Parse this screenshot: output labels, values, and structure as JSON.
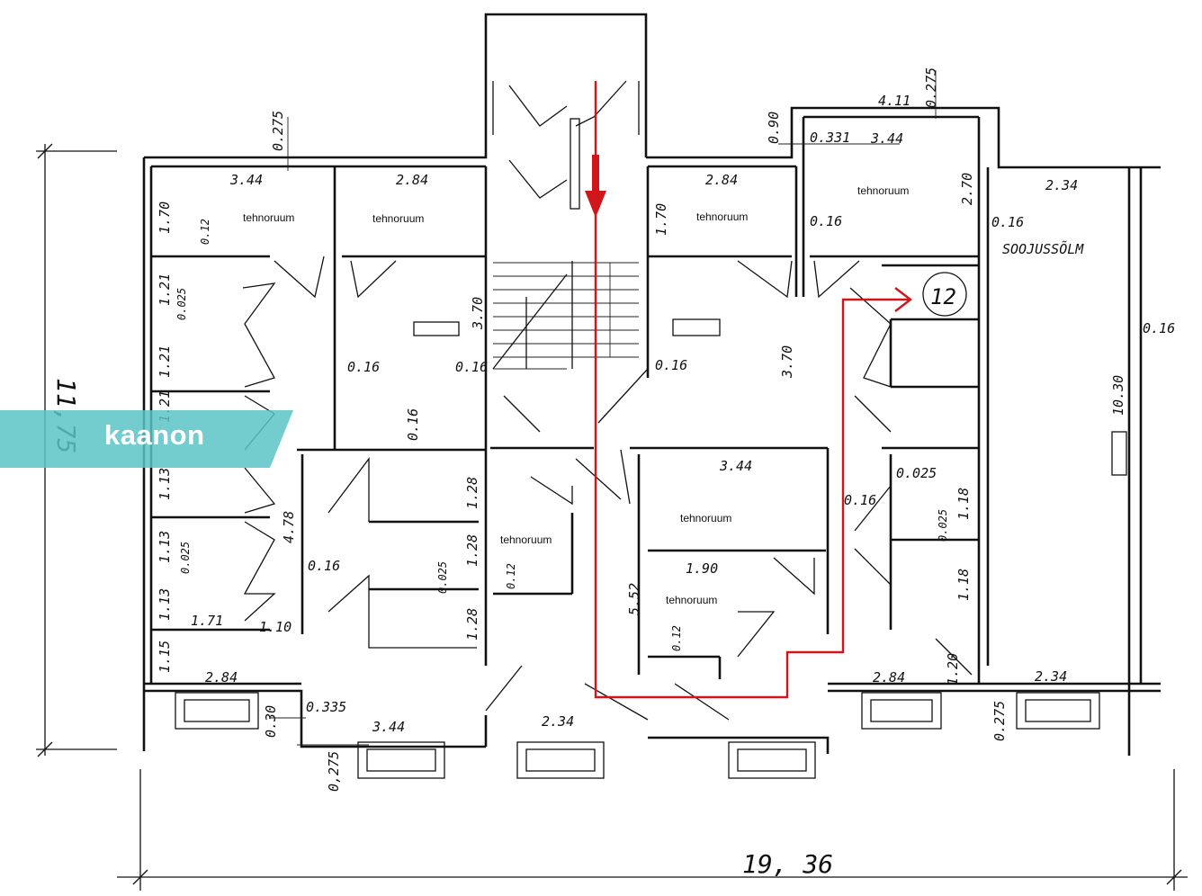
{
  "plan": {
    "overall_height": "11,75",
    "overall_width": "19, 36",
    "room_number": "12",
    "heat_node_label": "SOOJUSSÕLM",
    "room_labels": [
      "tehnoruum",
      "tehnoruum",
      "tehnoruum",
      "tehnoruum",
      "tehnoruum",
      "tehnoruum",
      "tehnoruum"
    ],
    "top_dims": [
      "3.44",
      "2.84",
      "2.84",
      "3.44",
      "2.34",
      "4.11",
      "0.275",
      "0.90",
      "0.331",
      "0.275"
    ],
    "vertical_dims": [
      "1.70",
      "1.21",
      "1.21",
      "1.21",
      "1.13",
      "1.13",
      "1.13",
      "1.15",
      "3.70",
      "3.70",
      "1.70",
      "2.70",
      "1.28",
      "1.28",
      "1.28",
      "5.52",
      "1.18",
      "1.18",
      "1.20",
      "4.78",
      "10.30"
    ],
    "small_dims": [
      "0.12",
      "0.025",
      "0.16",
      "0.16",
      "0.16",
      "0.16",
      "0.16",
      "0.16",
      "0.16",
      "0.16",
      "0.025",
      "0.12",
      "0.12",
      "0.025",
      "0.025",
      "0.025",
      "0.16"
    ],
    "bottom_dims": [
      "2.84",
      "3.44",
      "2.34",
      "2.84",
      "2.34",
      "0.335",
      "0.30",
      "0,275",
      "0.275",
      "1.71",
      "1.10",
      "3.44",
      "1.90"
    ]
  },
  "branding": {
    "logo_text": "kaanon",
    "band_color": "#5bc4c6"
  },
  "colors": {
    "route": "#d0151b",
    "ink": "#111111"
  }
}
